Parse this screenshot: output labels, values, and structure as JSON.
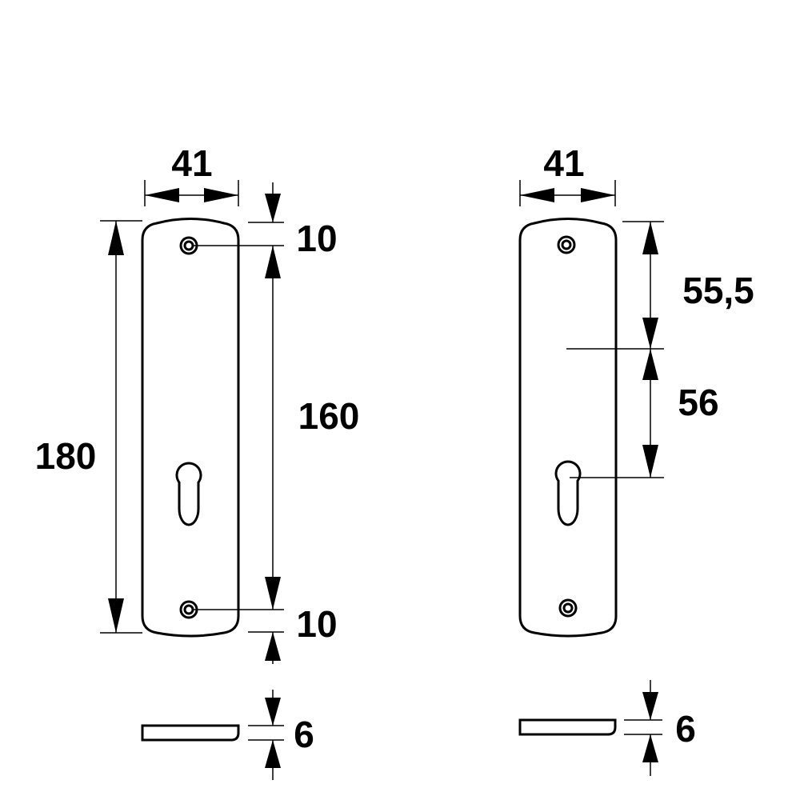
{
  "left_plate": {
    "width_label": "41",
    "height_label": "180",
    "hole_distance_label": "160",
    "top_offset_label": "10",
    "bottom_offset_label": "10",
    "thickness_label": "6"
  },
  "right_plate": {
    "width_label": "41",
    "top_to_handle_label": "55,5",
    "handle_to_key_label": "56",
    "thickness_label": "6"
  }
}
